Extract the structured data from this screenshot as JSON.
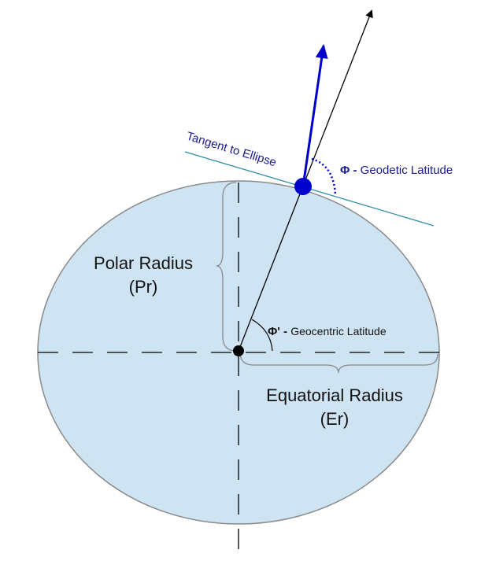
{
  "labels": {
    "tangent": "Tangent to Ellipse",
    "geodetic_symbol": "Φ -",
    "geodetic": "Geodetic Latitude",
    "geocentric_symbol": "Φ' -",
    "geocentric": "Geocentric Latitude",
    "polar_line1": "Polar Radius",
    "polar_line2": "(Pr)",
    "equatorial_line1": "Equatorial Radius",
    "equatorial_line2": "(Er)"
  },
  "colors": {
    "ellipse_fill": "#cfe4f3",
    "ellipse_stroke": "#8a8a8a",
    "blue": "#0000cc",
    "tangent": "#2e8fa8",
    "label_blue": "#1a1a8c"
  }
}
